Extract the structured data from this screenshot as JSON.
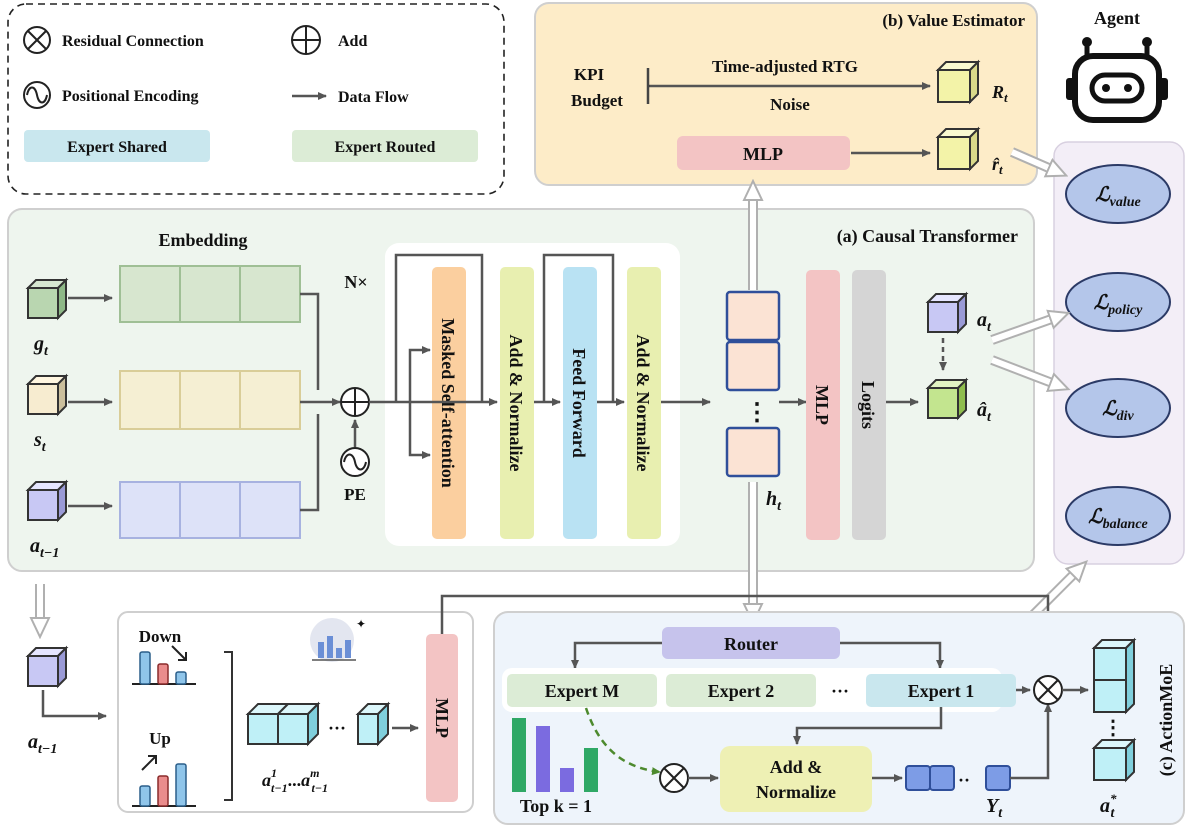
{
  "legend": {
    "residual": "Residual Connection",
    "add": "Add",
    "positional": "Positional Encoding",
    "dataflow": "Data Flow",
    "shared": "Expert Shared",
    "routed": "Expert Routed"
  },
  "value_estimator": {
    "title": "(b) Value Estimator",
    "kpi": "KPI",
    "budget": "Budget",
    "rtg": "Time-adjusted RTG",
    "noise": "Noise",
    "mlp": "MLP",
    "R": "R",
    "R_sub": "t",
    "r_hat": "r̂",
    "r_sub": "t"
  },
  "agent": {
    "label": "Agent"
  },
  "transformer": {
    "title": "(a) Causal  Transformer",
    "embedding": "Embedding",
    "g": "g",
    "g_sub": "t",
    "s": "s",
    "s_sub": "t",
    "a": "a",
    "a_sub": "t−1",
    "nx": "N×",
    "pe": "PE",
    "masked": "Masked Self-attention",
    "addnorm1": "Add & Normalize",
    "ff": "Feed Forward",
    "addnorm2": "Add & Normalize",
    "dots": "⋮",
    "h": "h",
    "h_sub": "t",
    "mlp": "MLP",
    "logits": "Logits",
    "at": "a",
    "at_sub": "t",
    "ahat": "â",
    "ahat_sub": "t"
  },
  "losses": [
    {
      "main": "ℒ",
      "sub": "value"
    },
    {
      "main": "ℒ",
      "sub": "policy"
    },
    {
      "main": "ℒ",
      "sub": "div"
    },
    {
      "main": "ℒ",
      "sub": "balance"
    }
  ],
  "bottom_left": {
    "a": "a",
    "a_sub": "t−1",
    "down": "Down",
    "up": "Up",
    "dots": "···",
    "seq_a1": "a",
    "seq_a1_sub": "t−1",
    "seq_a1_sup": "1",
    "seq_mid": "...",
    "seq_am": "a",
    "seq_am_sub": "t−1",
    "seq_am_sup": "m",
    "mlp": "MLP"
  },
  "actionmoe": {
    "title": "(c) ActionMoE",
    "router": "Router",
    "expert_m": "Expert M",
    "expert_2": "Expert 2",
    "dots": "···",
    "expert_1": "Expert 1",
    "add": "Add &",
    "normalize": "Normalize",
    "topk": "Top k = 1",
    "Y": "Y",
    "Y_sub": "t",
    "astar": "a",
    "astar_sub": "t",
    "astar_sup": "*",
    "stack_dots": "⋮"
  },
  "colors": {
    "shared": "#c9e7ee",
    "routed": "#dcecd6",
    "value_bg": "#fdecc8",
    "transformer_bg": "#eef5ee",
    "moe_bg": "#eef4fb",
    "loss_bg": "#f3eef7",
    "loss_fill": "#b4c6ea",
    "orange": "#fbcf9f",
    "lime": "#e8efb0",
    "blue": "#b9e2f3",
    "mlp_pink": "#f3c4c4",
    "gray": "#d5d5d5"
  }
}
